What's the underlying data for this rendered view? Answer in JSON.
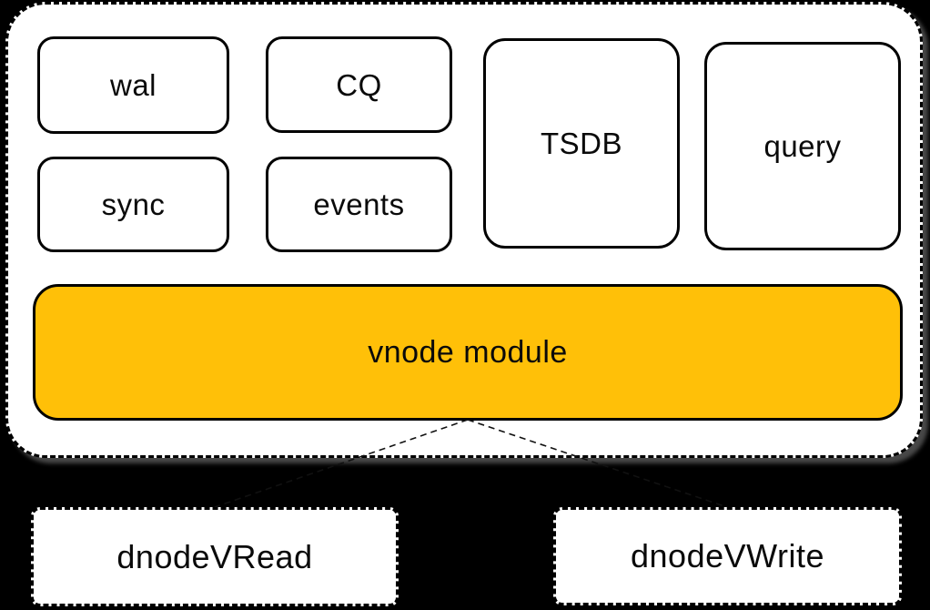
{
  "modules": [
    {
      "id": "wal",
      "label": "wal"
    },
    {
      "id": "cq",
      "label": "CQ"
    },
    {
      "id": "sync",
      "label": "sync"
    },
    {
      "id": "events",
      "label": "events"
    },
    {
      "id": "tsdb",
      "label": "TSDB"
    },
    {
      "id": "query",
      "label": "query"
    }
  ],
  "vnode": {
    "label": "vnode module",
    "fill": "#FFC008"
  },
  "dnodes": [
    {
      "id": "dnode-vread",
      "label": "dnodeVRead"
    },
    {
      "id": "dnode-vwrite",
      "label": "dnodeVWrite"
    }
  ],
  "connectors": [
    {
      "from": "vnode module",
      "to": "dnodeVRead",
      "style": "dashed"
    },
    {
      "from": "vnode module",
      "to": "dnodeVWrite",
      "style": "dashed"
    }
  ],
  "colors": {
    "background": "#000000",
    "surface": "#FFFFFF",
    "border": "#000000",
    "accent": "#FFC008",
    "text": "#0A0A0A"
  }
}
